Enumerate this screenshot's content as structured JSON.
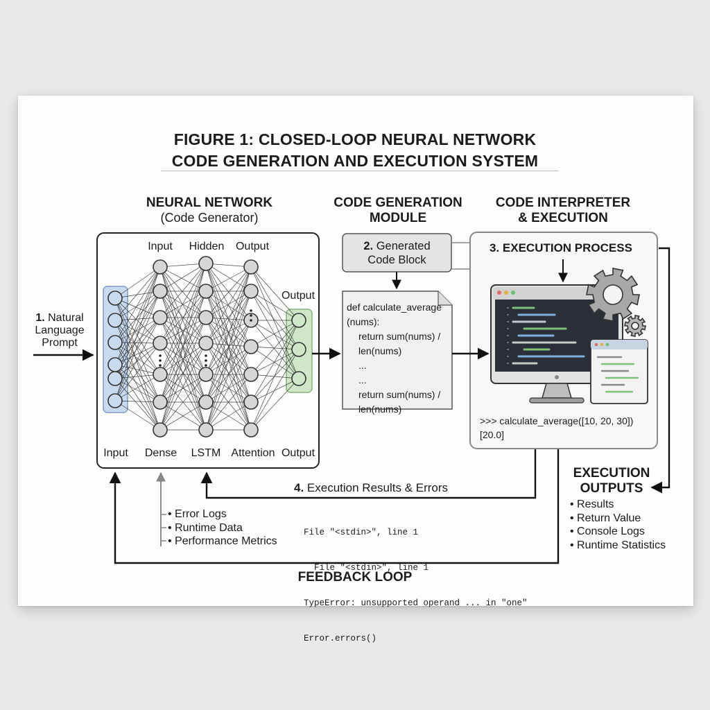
{
  "figure": {
    "title_line1": "FIGURE 1: CLOSED-LOOP NEURAL NETWORK",
    "title_line2": "CODE GENERATION AND EXECUTION SYSTEM"
  },
  "input": {
    "number": "1.",
    "line1": "Natural",
    "line2": "Language",
    "line3": "Prompt"
  },
  "neural_network": {
    "header": "NEURAL NETWORK",
    "subheader": "(Code Generator)",
    "top_labels": [
      "Input",
      "Hidden",
      "Output"
    ],
    "output_side_label": "Output",
    "bottom_labels": [
      "Input",
      "Dense",
      "LSTM",
      "Attention",
      "Output"
    ],
    "colors": {
      "input_layer": "#c9d9ee",
      "output_layer": "#cfe6c8"
    }
  },
  "code_generation": {
    "header_line1": "CODE GENERATION",
    "header_line2": "MODULE",
    "box_line1_num": "2.",
    "box_line1": "Generated",
    "box_line2": "Code Block",
    "code_lines": [
      "def calculate_average",
      "(nums):",
      "return sum(nums) /",
      "len(nums)",
      "...",
      "...",
      "return sum(nums) /",
      "len(nums)"
    ]
  },
  "interpreter": {
    "header_line1": "CODE INTERPRETER",
    "header_line2": "& EXECUTION",
    "process_label": "3. EXECUTION PROCESS",
    "console_line1": ">>> calculate_average([10, 20, 30])",
    "console_line2": "[20.0]"
  },
  "outputs": {
    "header_line1": "EXECUTION",
    "header_line2": "OUTPUTS",
    "items": [
      "Results",
      "Return Value",
      "Console Logs",
      "Runtime Statistics"
    ]
  },
  "results": {
    "number": "4.",
    "label": "Execution Results & Errors",
    "trace": [
      "File \"<stdin>\", line 1",
      "  File \"<stdin>\", line 1",
      "TypeError: unsupported operand ... in \"one\"",
      "Error.errors()"
    ]
  },
  "feedback": {
    "items": [
      "Error Logs",
      "Runtime Data",
      "Performance Metrics"
    ],
    "loop_label": "FEEDBACK LOOP"
  }
}
